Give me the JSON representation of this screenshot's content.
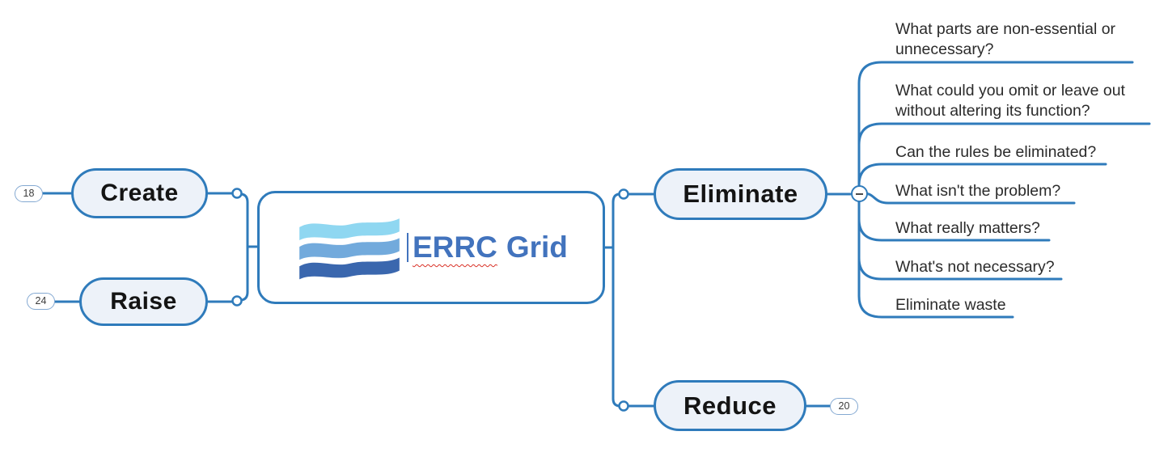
{
  "app": {
    "view": "mind-map-canvas"
  },
  "colors": {
    "branch_line": "#2F7BBB",
    "node_border": "#2F7BBB",
    "node_fill": "#EDF2F9",
    "node_text": "#141414",
    "central_title_text": "#4273BD",
    "leaf_text": "#2B2B2B",
    "spellcheck_squiggle": "#D93025",
    "logo_wave_top": "#8FD7F1",
    "logo_wave_middle": "#72AADC",
    "logo_wave_bottom": "#3A67AE"
  },
  "central_topic": {
    "logo_icon": "waves-logo",
    "title_word_misspelled": "ERRC",
    "title_word_rest": "Grid"
  },
  "branches": {
    "create": {
      "label": "Create",
      "badge": "18"
    },
    "raise": {
      "label": "Raise",
      "badge": "24"
    },
    "eliminate": {
      "label": "Eliminate",
      "collapse_icon": "minus",
      "children": [
        "What parts are non-essential or unnecessary?",
        "What could you omit or leave out without altering its function?",
        "Can the rules be eliminated?",
        "What isn't the problem?",
        "What really matters?",
        "What's not necessary?",
        "Eliminate waste"
      ]
    },
    "reduce": {
      "label": "Reduce",
      "badge": "20"
    }
  }
}
